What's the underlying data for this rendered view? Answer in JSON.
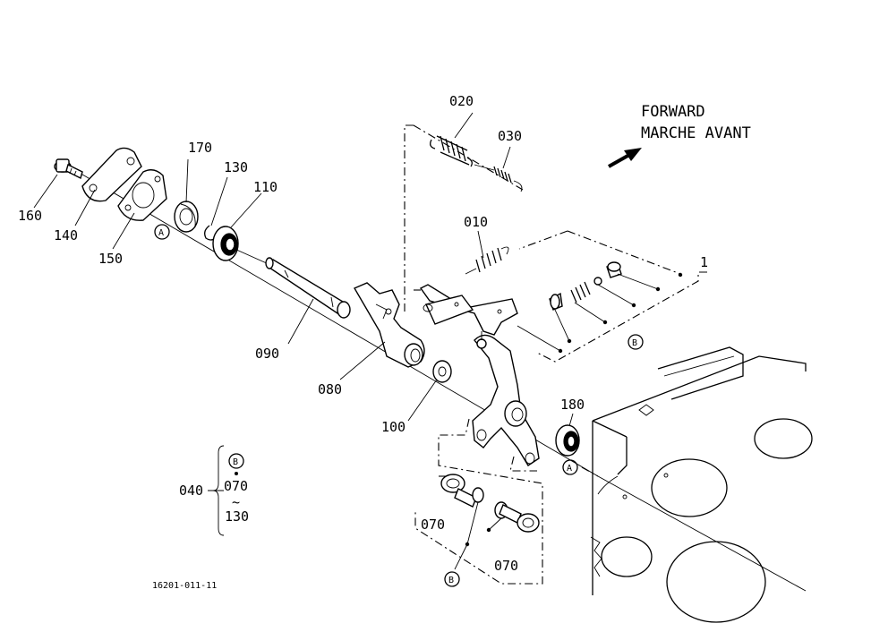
{
  "direction": {
    "line1": "FORWARD",
    "line2": "MARCHE AVANT"
  },
  "parts": {
    "p010": "010",
    "p020": "020",
    "p030": "030",
    "p040": "040",
    "p070_a": "070",
    "p070_b": "070",
    "p070_c": "070",
    "p080": "080",
    "p090": "090",
    "p100": "100",
    "p110": "110",
    "p130_a": "130",
    "p130_b": "130",
    "p140": "140",
    "p150": "150",
    "p160": "160",
    "p170": "170",
    "p180": "180"
  },
  "refs": {
    "A": "A",
    "B": "B",
    "one": "1"
  },
  "legend": {
    "tilde": "~"
  },
  "drawing_number": "16201-011-11"
}
